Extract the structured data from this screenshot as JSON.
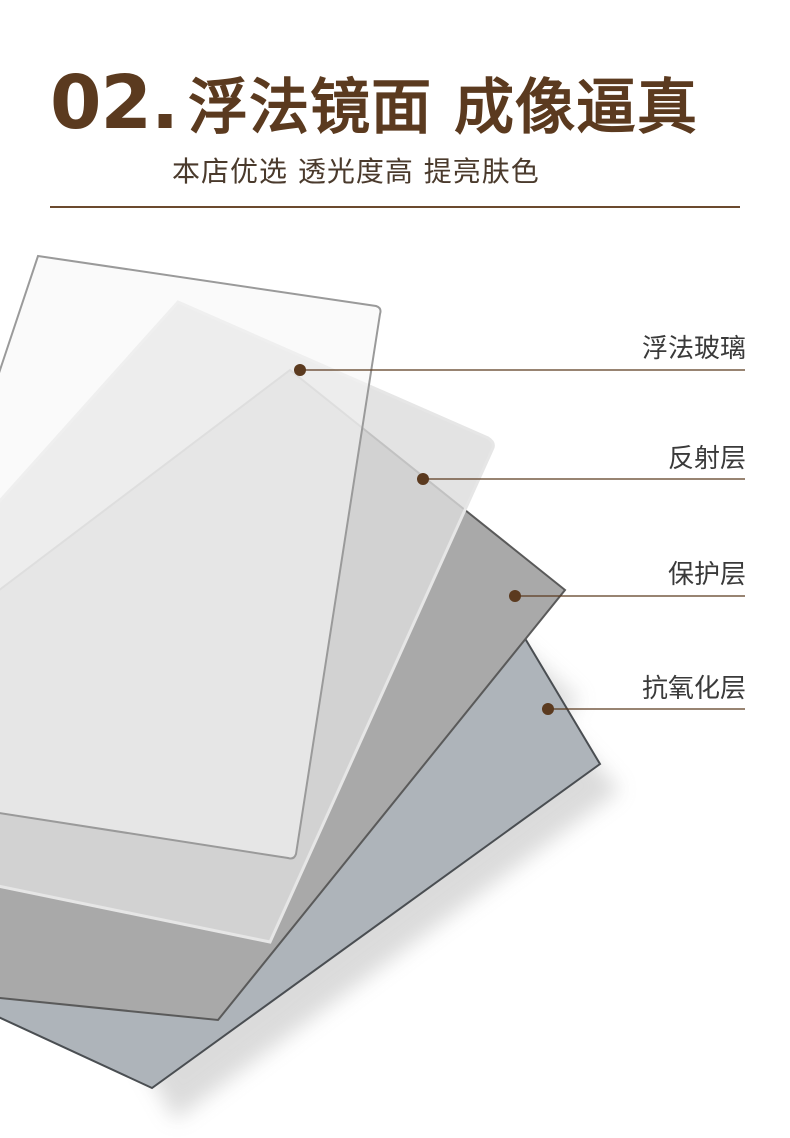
{
  "header": {
    "number": "02.",
    "title": "浮法镜面 成像逼真",
    "subtitle": "本店优选 透光度高 提亮肤色"
  },
  "layers": [
    {
      "label": "浮法玻璃"
    },
    {
      "label": "反射层"
    },
    {
      "label": "保护层"
    },
    {
      "label": "抗氧化层"
    }
  ],
  "colors": {
    "title": "#5b3a1f",
    "divider": "#6b4a2e",
    "leader_dot": "#5b3a1f",
    "glass": "#f4f4f4",
    "reflective": "#c8c8c8",
    "protective": "#a9a9a9",
    "anti_oxidation": "#a8aeb4"
  }
}
